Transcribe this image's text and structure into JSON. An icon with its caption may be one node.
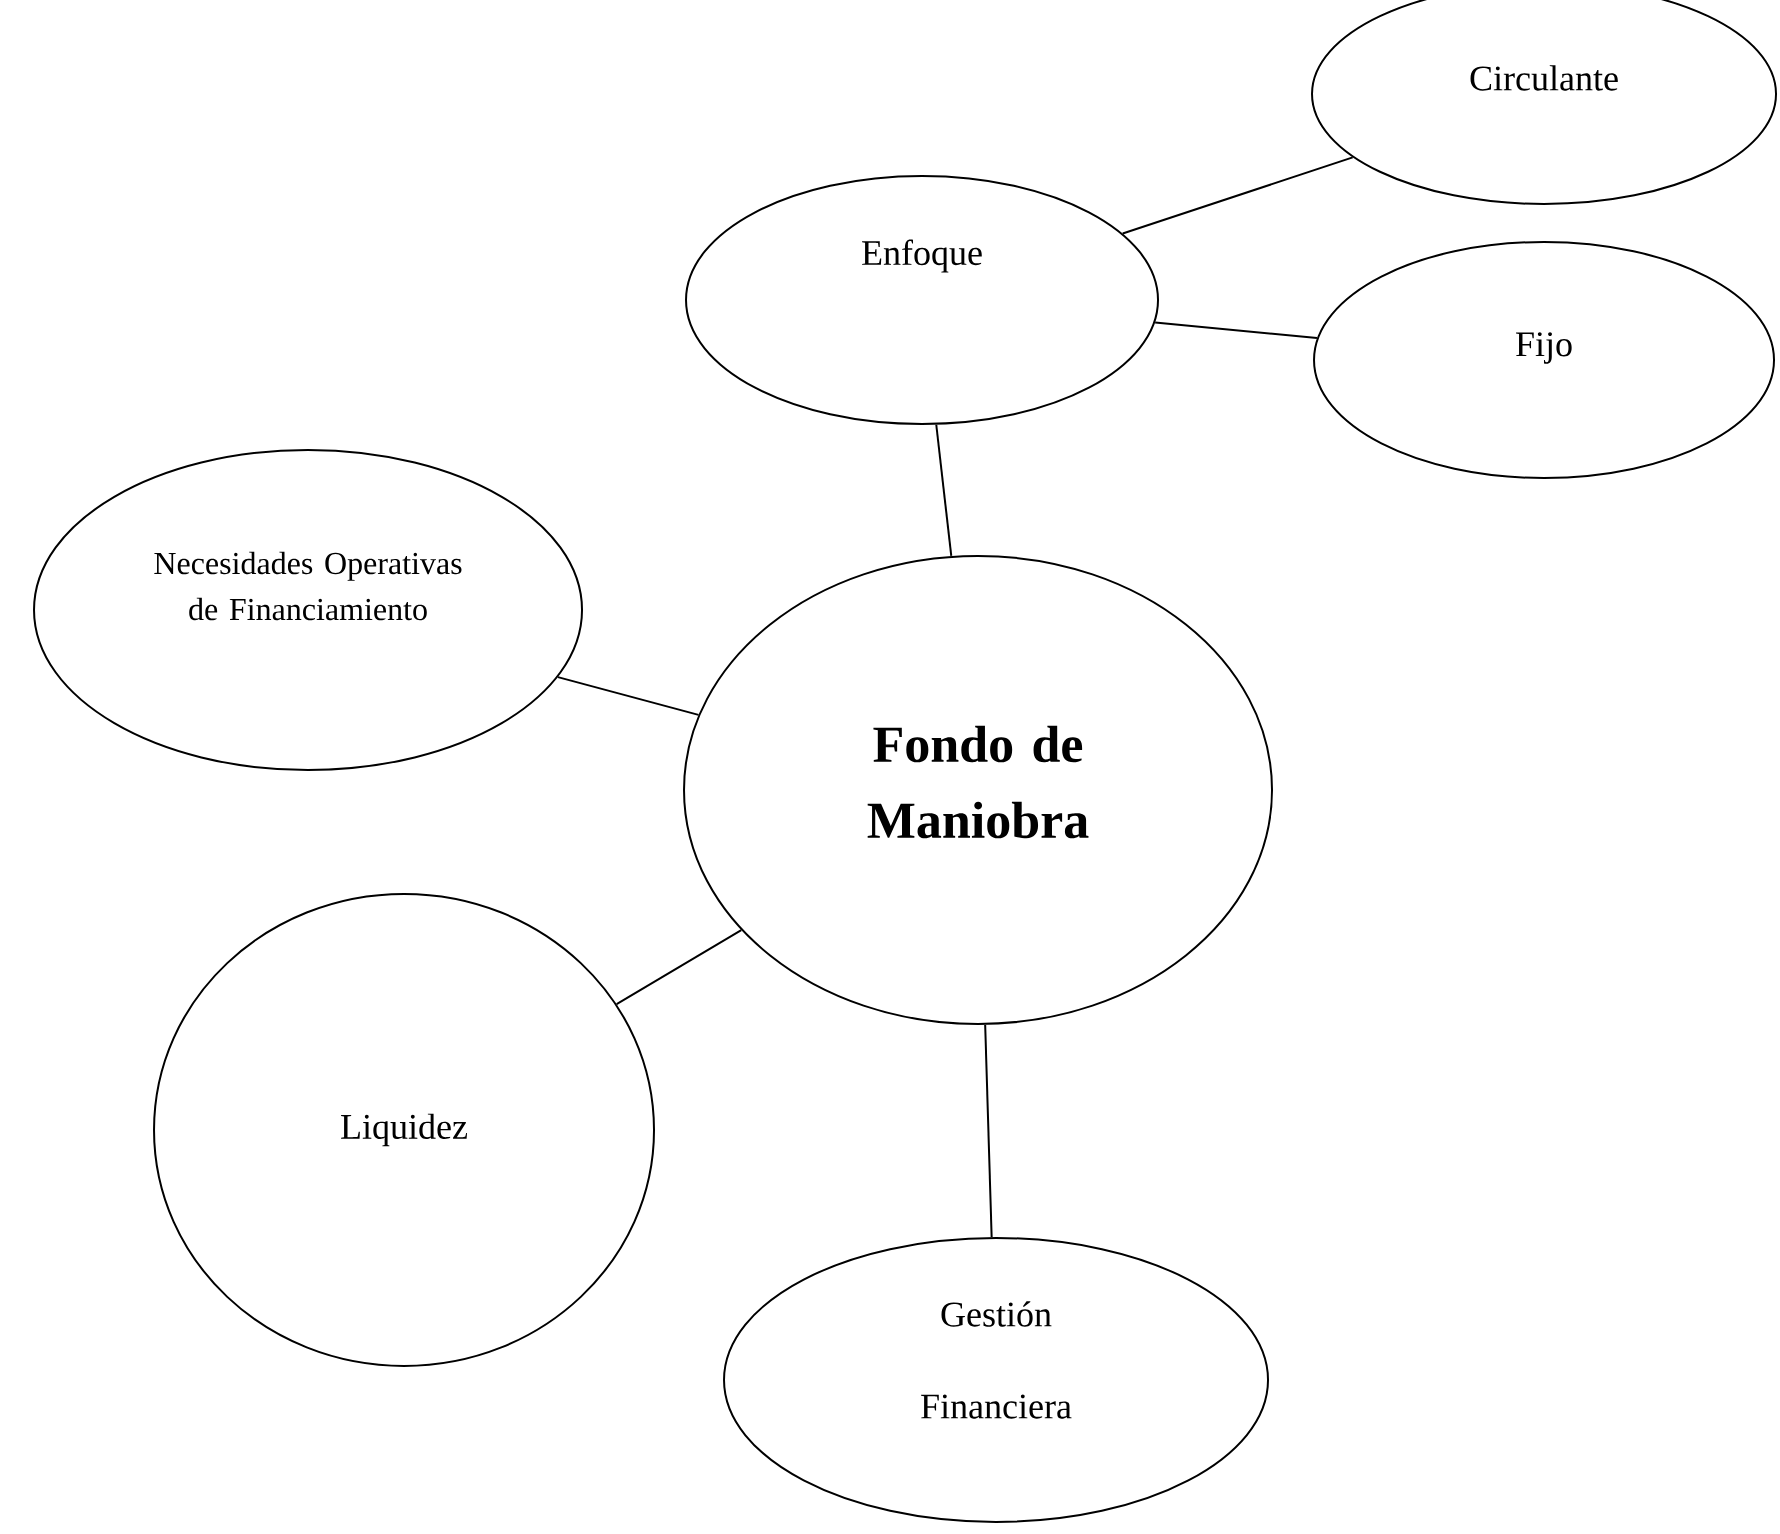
{
  "diagram": {
    "nodes": [
      {
        "text": [
          "Circulante"
        ]
      },
      {
        "text": [
          "Enfoque"
        ]
      },
      {
        "text": [
          "Fijo"
        ]
      },
      {
        "text": [
          "Necesidades Operativas de Financiamiento"
        ]
      },
      {
        "text": [
          "Fondo de Maniobra"
        ]
      },
      {
        "text": [
          "Liquidez"
        ]
      },
      {
        "text": [
          "Gestión Financiera"
        ]
      }
    ],
    "edges": [
      {
        "from": 1,
        "to": 0,
        "arrow": "none"
      },
      {
        "from": 1,
        "to": 2,
        "arrow": "none"
      },
      {
        "from": 1,
        "to": 4,
        "arrow": "none"
      },
      {
        "from": 3,
        "to": 4,
        "arrow": "none"
      },
      {
        "from": 5,
        "to": 4,
        "arrow": "none"
      },
      {
        "from": 4,
        "to": 6,
        "arrow": "none"
      }
    ]
  }
}
